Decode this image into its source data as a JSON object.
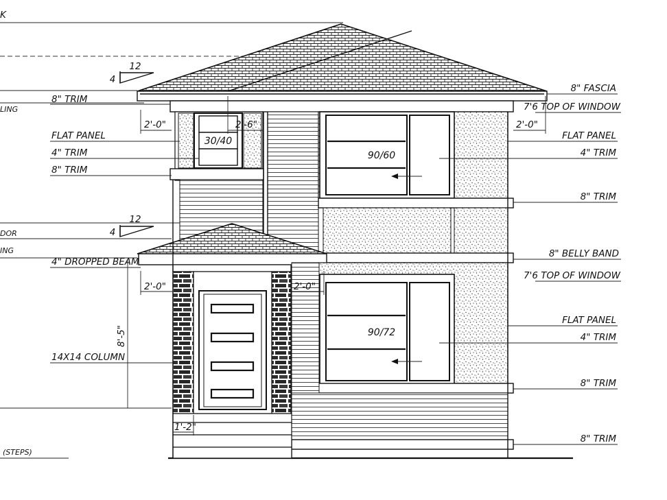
{
  "left_labels": {
    "top_cut": "K",
    "ceiling_cut": "LING",
    "flat_panel": "FLAT PANEL",
    "trim_4": "4\" TRIM",
    "trim_8_a": "8\" TRIM",
    "trim_8_b": "8\" TRIM",
    "door_cut": "DOR",
    "ceiling_cut_2": "ING",
    "dropped_beam": "4\" DROPPED BEAM",
    "column": "14X14 COLUMN",
    "steps_cut": "(STEPS)"
  },
  "right_labels": {
    "fascia": "8\" FASCIA",
    "top_window_upper": "7'6 TOP OF WINDOW",
    "flat_panel_upper": "FLAT PANEL",
    "trim_4_upper": "4\" TRIM",
    "trim_8_upper": "8\" TRIM",
    "belly_band": "8\" BELLY BAND",
    "top_window_lower": "7'6 TOP OF WINDOW",
    "flat_panel_lower": "FLAT PANEL",
    "trim_4_lower": "4\" TRIM",
    "trim_8_mid": "8\" TRIM",
    "trim_8_bottom": "8\" TRIM"
  },
  "dimensions": {
    "overhang_left_upper": "2'-0\"",
    "overhang_window": "2'-6\"",
    "overhang_right_upper": "2'-0\"",
    "overhang_left_lower": "2'-0\"",
    "overhang_right_lower": "2'-0\"",
    "column_width": "1'-2\"",
    "porch_height": "8'-5\""
  },
  "roof_pitch": {
    "upper_rise": "4",
    "upper_run": "12",
    "lower_rise": "4",
    "lower_run": "12"
  },
  "windows": {
    "small_upper": "30/40",
    "large_upper": "90/60",
    "large_lower": "90/72"
  }
}
